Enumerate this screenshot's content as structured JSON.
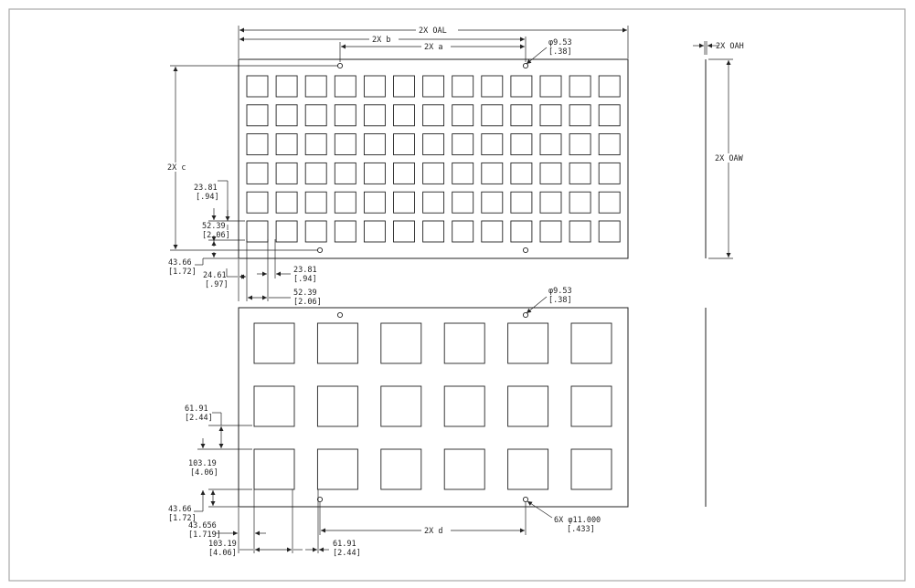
{
  "labels": {
    "oal": "2X OAL",
    "b": "2X b",
    "a": "2X a",
    "c": "2X c",
    "d": "2X d",
    "oah": "2X OAH",
    "oaw": "2X OAW",
    "hole_top_mm": "φ9.53",
    "hole_top_in": "[.38]",
    "hole_mid_mm": "φ9.53",
    "hole_mid_in": "[.38]",
    "hole_6x_mm": "6X φ11.000",
    "hole_6x_in": "[.433]",
    "top_sq_v_mm": "23.81",
    "top_sq_v_in": "[.94]",
    "top_pitch_v_mm": "52.39",
    "top_pitch_v_in": "[2.06]",
    "top_edge_v_mm": "43.66",
    "top_edge_v_in": "[1.72]",
    "top_edge_h_mm": "24.61",
    "top_edge_h_in": "[.97]",
    "top_sq_h_mm": "23.81",
    "top_sq_h_in": "[.94]",
    "top_pitch_h_mm": "52.39",
    "top_pitch_h_in": "[2.06]",
    "bot_gap_v_mm": "61.91",
    "bot_gap_v_in": "[2.44]",
    "bot_pitch_v_mm": "103.19",
    "bot_pitch_v_in": "[4.06]",
    "bot_edge_v_mm": "43.66",
    "bot_edge_v_in": "[1.72]",
    "bot_edge_h_mm": "43.656",
    "bot_edge_h_in": "[1.719]",
    "bot_pitch_h_mm": "103.19",
    "bot_pitch_h_in": "[4.06]",
    "bot_gap_h_mm": "61.91",
    "bot_gap_h_in": "[2.44]"
  },
  "top_plate": {
    "square_columns": 13,
    "square_rows": 6
  },
  "bottom_plate": {
    "square_columns": 6,
    "square_rows": 3
  }
}
